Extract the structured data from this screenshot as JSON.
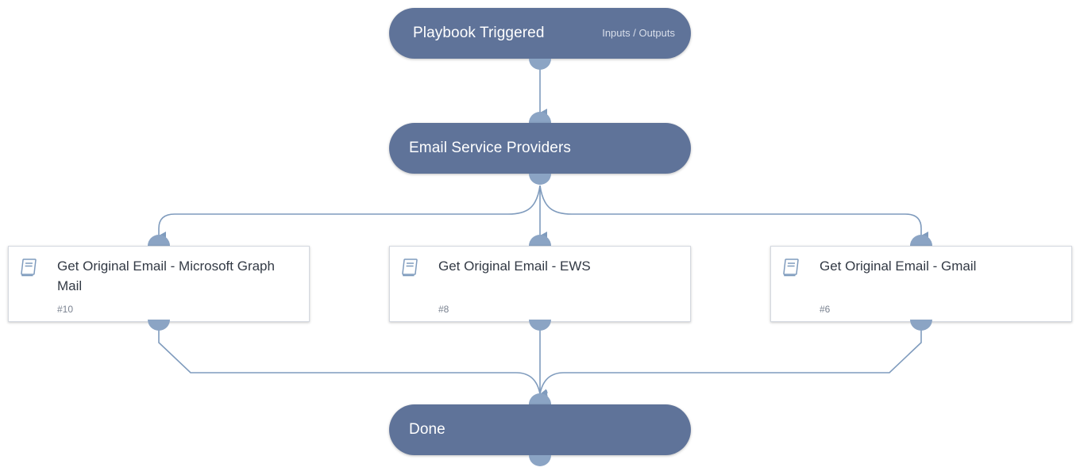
{
  "colors": {
    "node_fill": "#5f7399",
    "edge": "#7f9bbd",
    "port": "#8ba4c4",
    "card_border": "#d5d9e0",
    "icon": "#7f9bbd"
  },
  "nodes": {
    "start": {
      "title": "Playbook Triggered",
      "io_link": "Inputs / Outputs"
    },
    "router": {
      "title": "Email Service Providers"
    },
    "tasks": [
      {
        "title": "Get Original Email - Microsoft Graph Mail",
        "id": "#10",
        "icon": "book-icon"
      },
      {
        "title": "Get Original Email - EWS",
        "id": "#8",
        "icon": "book-icon"
      },
      {
        "title": "Get Original Email - Gmail",
        "id": "#6",
        "icon": "book-icon"
      }
    ],
    "end": {
      "title": "Done"
    }
  }
}
